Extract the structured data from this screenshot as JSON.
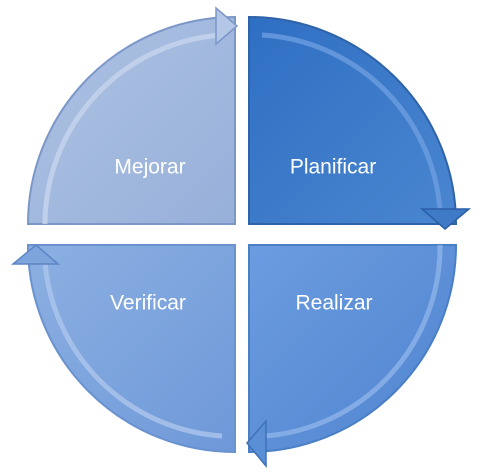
{
  "diagram": {
    "quadrants": [
      {
        "id": "mejorar",
        "label": "Mejorar",
        "fill": "#a5b9dc",
        "stroke": "#7b97c8"
      },
      {
        "id": "planificar",
        "label": "Planificar",
        "fill": "#3d75bf",
        "stroke": "#2f63a9"
      },
      {
        "id": "realizar",
        "label": "Realizar",
        "fill": "#5b8fd5",
        "stroke": "#4a7fc6"
      },
      {
        "id": "verificar",
        "label": "Verificar",
        "fill": "#7fa4dc",
        "stroke": "#6a92cf"
      }
    ],
    "arrow_color": "#ffffff"
  }
}
